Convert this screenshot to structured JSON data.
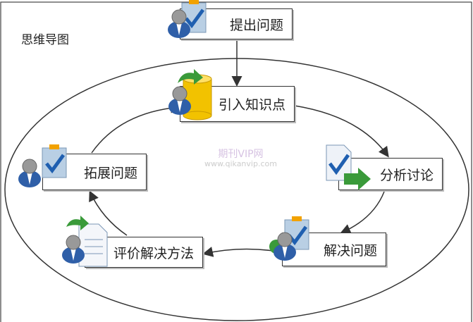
{
  "title": "思维导图",
  "nodes": {
    "raise": "提出问题",
    "introduce": "引入知识点",
    "discuss": "分析讨论",
    "solve": "解决问题",
    "evaluate": "评价解决方法",
    "extend": "拓展问题"
  },
  "watermark": {
    "name": "期刊VIP网",
    "url": "www.qikanvip.com"
  },
  "colors": {
    "line": "#333333",
    "user_blue": "#2f5fa8",
    "check": "#1f5fb0",
    "db_yellow": "#f2c200",
    "arrow_green": "#3a9a3a"
  }
}
